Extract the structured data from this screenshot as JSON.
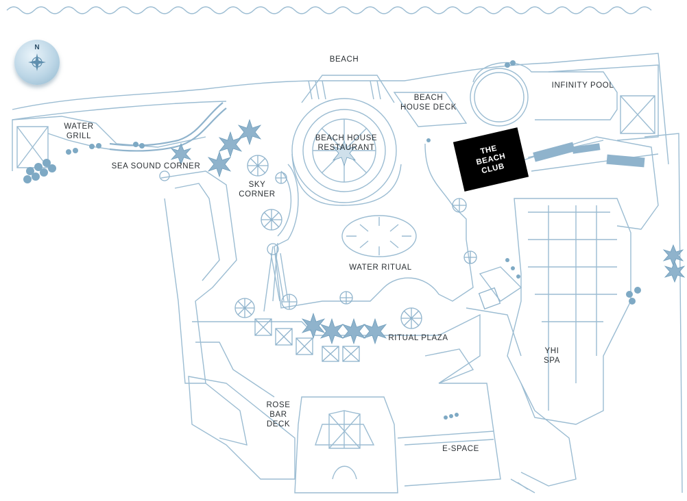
{
  "labels": {
    "beach": "BEACH",
    "infinity_pool": "INFINITY POOL",
    "beach_house_deck": "BEACH\nHOUSE DECK",
    "water_grill": "WATER\nGRILL",
    "beach_house_restaurant": "BEACH HOUSE\nRESTAURANT",
    "sea_sound_corner": "SEA SOUND CORNER",
    "sky_corner": "SKY\nCORNER",
    "water_ritual": "WATER RITUAL",
    "ritual_plaza": "RITUAL PLAZA",
    "yhi_spa": "YHI\nSPA",
    "rose_bar_deck": "ROSE\nBAR\nDECK",
    "e_space": "E-SPACE"
  },
  "highlight": {
    "label": "THE\nBEACH\nCLUB",
    "color": "#000000"
  },
  "compass": {
    "label": "N",
    "icon": "compass-icon"
  },
  "colors": {
    "line": "#8fb3cc",
    "tree": "#7ea9c4",
    "accent": "#5f8fae"
  }
}
